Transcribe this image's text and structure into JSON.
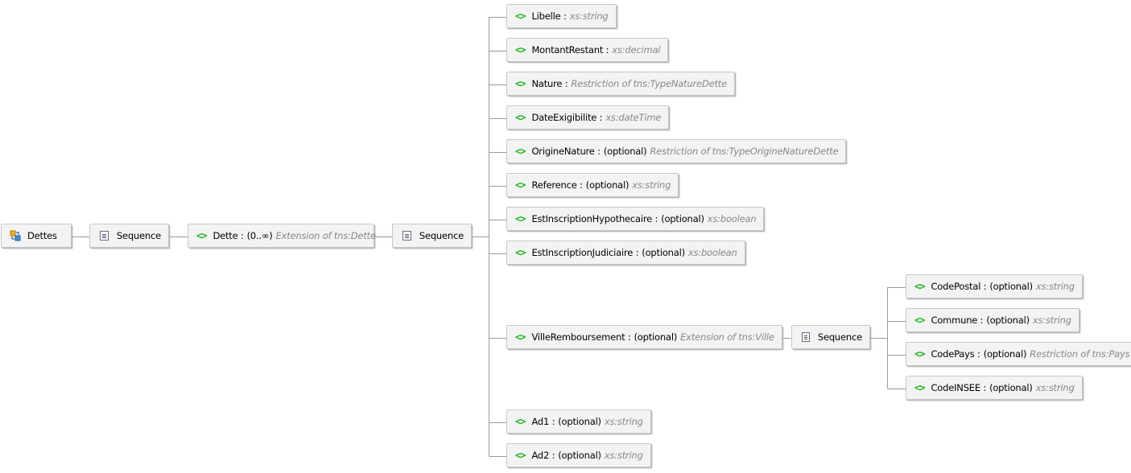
{
  "root": {
    "name": "Dettes",
    "icon": "complex-type-icon"
  },
  "sequence_label": "Sequence",
  "dette": {
    "name": "Dette :",
    "occurs": "(0..∞)",
    "type": "Extension of tns:Dette"
  },
  "children": [
    {
      "name": "Libelle :",
      "optional": "",
      "type": "xs:string"
    },
    {
      "name": "MontantRestant :",
      "optional": "",
      "type": "xs:decimal"
    },
    {
      "name": "Nature :",
      "optional": "",
      "type": "Restriction of tns:TypeNatureDette"
    },
    {
      "name": "DateExigibilite :",
      "optional": "",
      "type": "xs:dateTime"
    },
    {
      "name": "OrigineNature :",
      "optional": "(optional)",
      "type": "Restriction of tns:TypeOrigineNatureDette"
    },
    {
      "name": "Reference :",
      "optional": "(optional)",
      "type": "xs:string"
    },
    {
      "name": "EstInscriptionHypothecaire :",
      "optional": "(optional)",
      "type": "xs:boolean"
    },
    {
      "name": "EstInscriptionJudiciaire :",
      "optional": "(optional)",
      "type": "xs:boolean"
    },
    {
      "name": "VilleRemboursement :",
      "optional": "(optional)",
      "type": "Extension of tns:Ville"
    },
    {
      "name": "Ad1 :",
      "optional": "(optional)",
      "type": "xs:string"
    },
    {
      "name": "Ad2 :",
      "optional": "(optional)",
      "type": "xs:string"
    }
  ],
  "ville_children": [
    {
      "name": "CodePostal :",
      "optional": "(optional)",
      "type": "xs:string"
    },
    {
      "name": "Commune :",
      "optional": "(optional)",
      "type": "xs:string"
    },
    {
      "name": "CodePays :",
      "optional": "(optional)",
      "type": "Restriction of tns:Pays"
    },
    {
      "name": "CodeINSEE :",
      "optional": "(optional)",
      "type": "xs:string"
    }
  ],
  "colors": {
    "element_icon": "#18b418",
    "type_text": "#888888",
    "connector": "#9a9a9a",
    "node_bg": "#f3f3f3"
  }
}
